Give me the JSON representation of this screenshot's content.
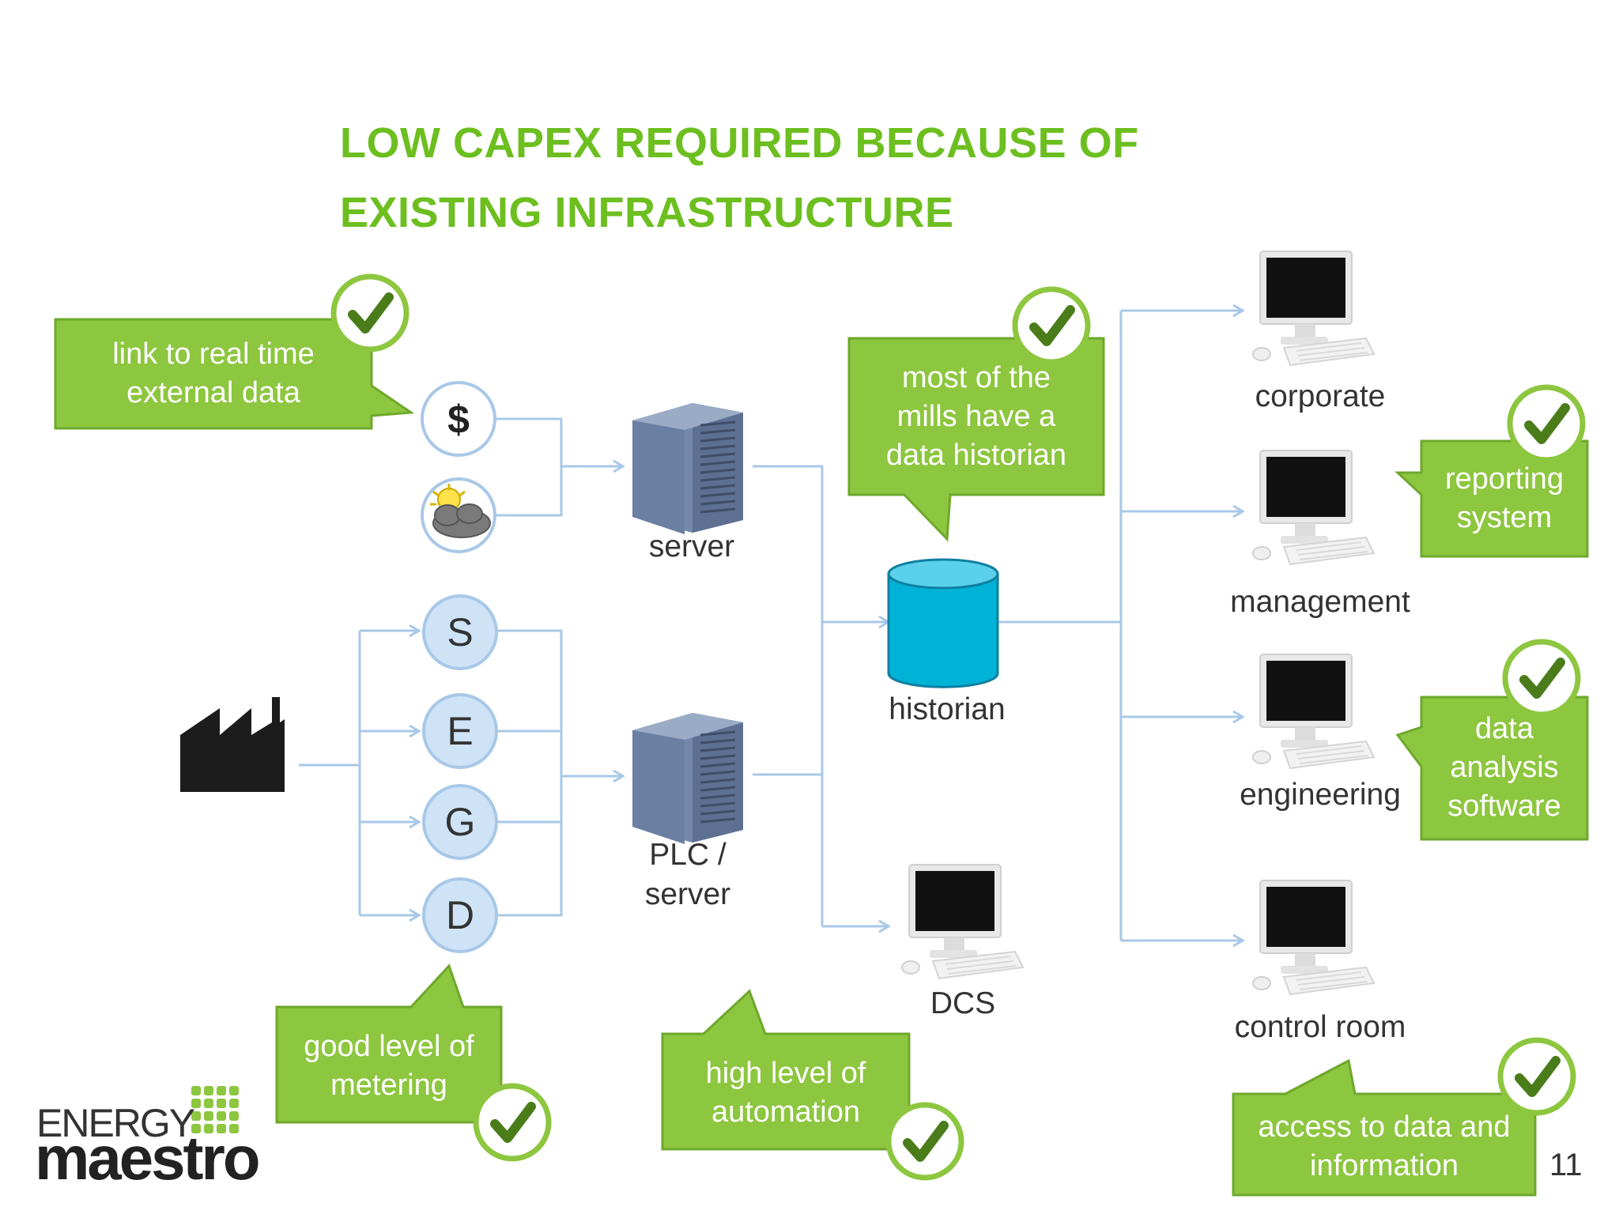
{
  "slide": {
    "title_line1": "LOW CAPEX REQUIRED BECAUSE OF",
    "title_line2": "EXISTING INFRASTRUCTURE",
    "page_number": "11"
  },
  "colors": {
    "accent_green": "#8dc63f",
    "title_green": "#6cbf1f",
    "line_blue": "#a8c8e8",
    "circle_fill": "#cfe3f7",
    "historian_cyan": "#00b2d6",
    "server_blue": "#6e85a8"
  },
  "inputs": {
    "dollar_symbol": "$",
    "weather_icon": "sun-cloud-icon",
    "meter_letters": [
      "S",
      "E",
      "G",
      "D"
    ],
    "factory_icon": "factory-icon"
  },
  "nodes": {
    "server": "server",
    "plc_server_line1": "PLC /",
    "plc_server_line2": "server",
    "historian": "historian",
    "dcs": "DCS",
    "corporate": "corporate",
    "management": "management",
    "engineering": "engineering",
    "control_room": "control room"
  },
  "callouts": {
    "realtime_line1": "link to real time",
    "realtime_line2": "external data",
    "historian_line1": "most of the",
    "historian_line2": "mills have a",
    "historian_line3": "data historian",
    "reporting_line1": "reporting",
    "reporting_line2": "system",
    "analysis_line1": "data",
    "analysis_line2": "analysis",
    "analysis_line3": "software",
    "metering_line1": "good level of",
    "metering_line2": "metering",
    "automation_line1": "high level of",
    "automation_line2": "automation",
    "access_line1": "access to data and",
    "access_line2": "information"
  },
  "logo": {
    "top": "ENERGY",
    "bottom": "maestro"
  }
}
